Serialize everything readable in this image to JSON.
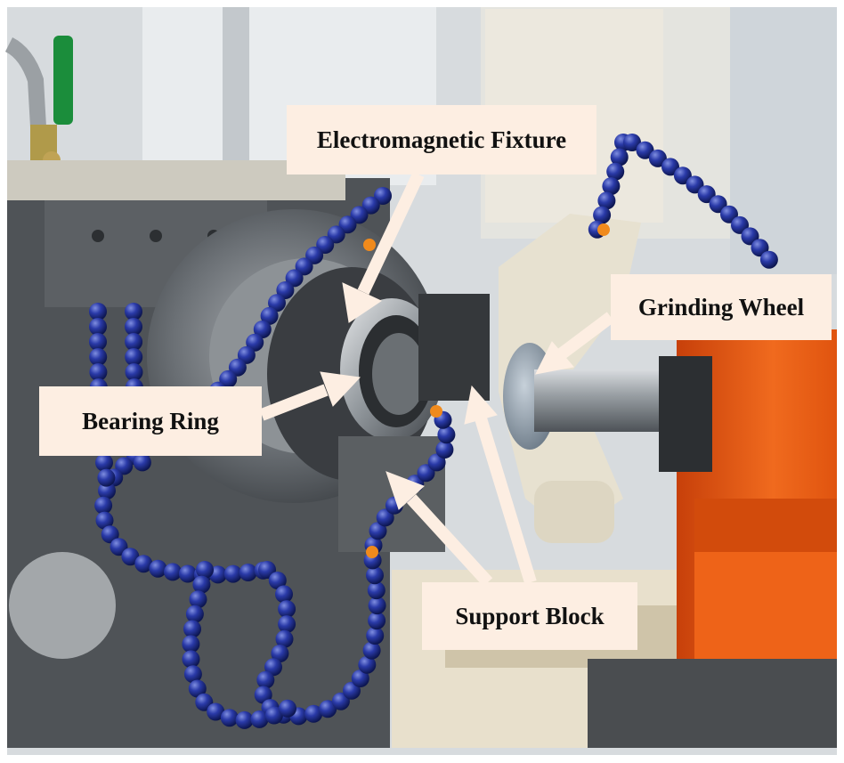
{
  "figure": {
    "labels": {
      "electromagnetic_fixture": "Electromagnetic Fixture",
      "grinding_wheel": "Grinding Wheel",
      "bearing_ring": "Bearing Ring",
      "support_block": "Support Block"
    },
    "colors": {
      "callout_fill": "#fdeee2",
      "arrow_fill": "#fdeee2",
      "hose_blue": "#1e2f8e",
      "spindle_orange": "#e8520f",
      "machine_gray": "#55585c",
      "wall_white": "#dfe3e6"
    }
  }
}
